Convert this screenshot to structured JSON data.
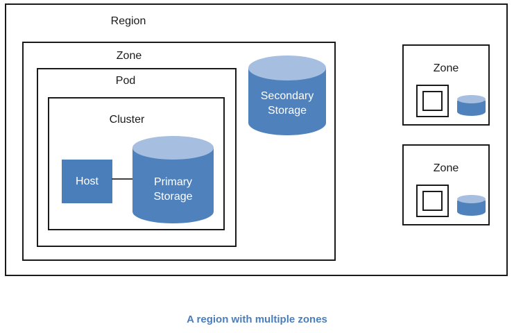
{
  "diagram": {
    "region_label": "Region",
    "zone_label": "Zone",
    "pod_label": "Pod",
    "cluster_label": "Cluster",
    "host_label": "Host",
    "primary_storage_label": "Primary Storage",
    "secondary_storage_label": "Secondary Storage",
    "right_zones": [
      {
        "label": "Zone"
      },
      {
        "label": "Zone"
      }
    ],
    "caption": "A region with multiple zones"
  },
  "colors": {
    "cylinder_body": "#4f81bd",
    "cylinder_top": "#a6bedf",
    "host_fill": "#4a7ebb",
    "caption_text": "#4a7ebb",
    "box_border": "#1a1a1a",
    "connector": "#404040",
    "background": "#ffffff",
    "label_text": "#1a1a1a"
  }
}
